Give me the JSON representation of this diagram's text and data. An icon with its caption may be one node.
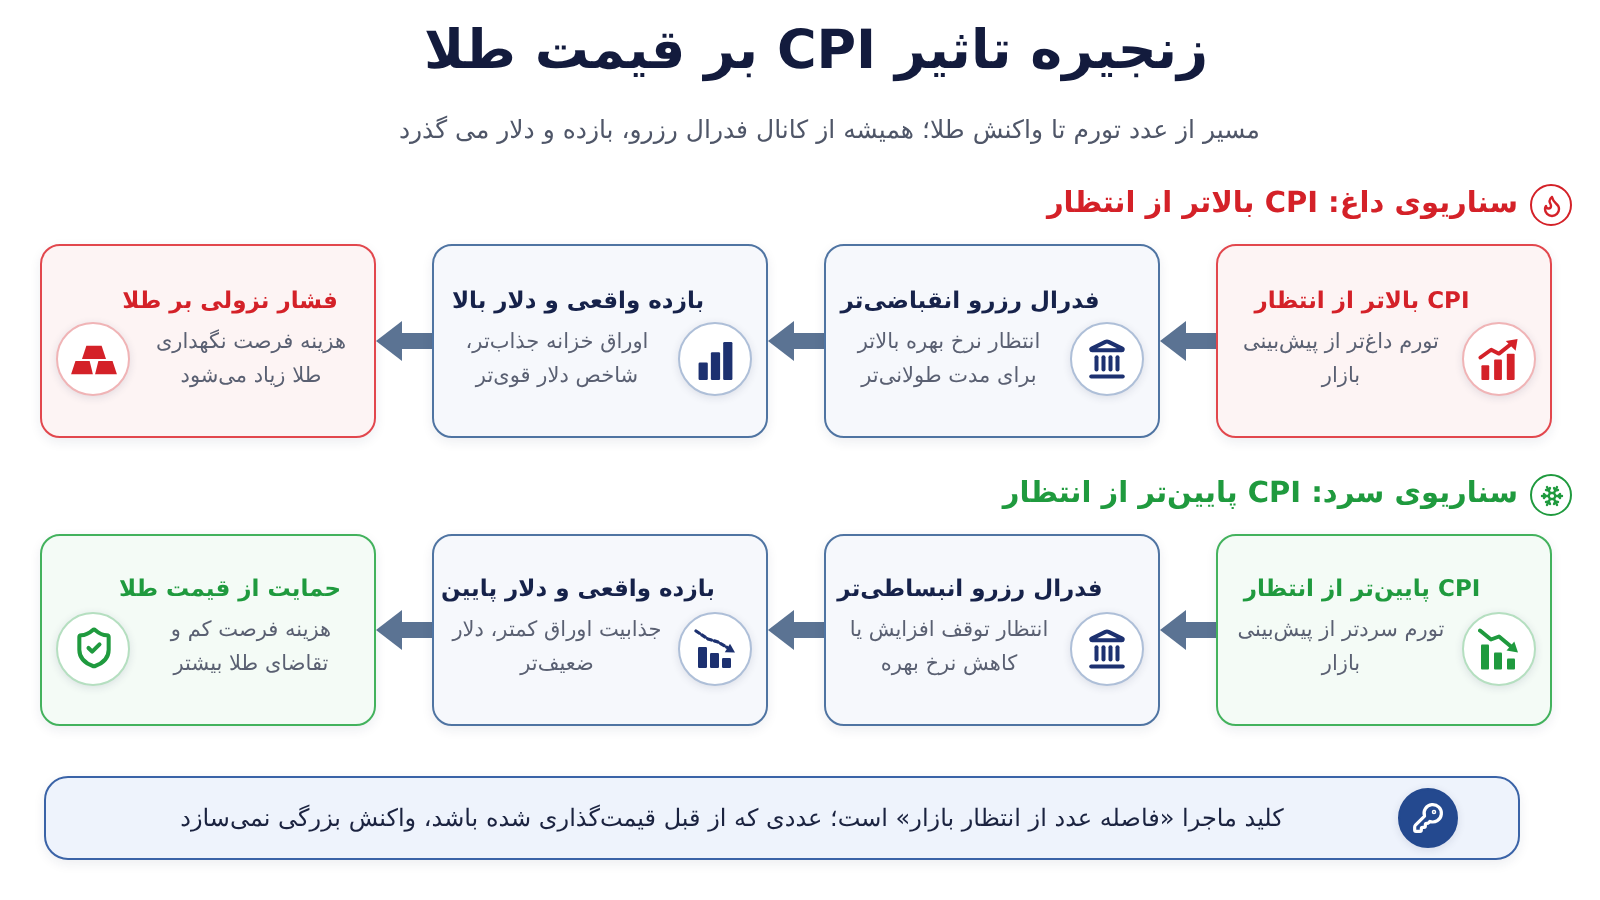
{
  "diagram": {
    "title": "زنجیره تاثیر CPI بر قیمت طلا",
    "nodes": [
      {
        "text": [
          "CPI بالاتر از انتظار",
          "تورم داغ‌تر از پیش‌بینی بازار"
        ]
      },
      {
        "text": [
          "فدرال رزرو انقباضی‌تر",
          "انتظار نرخ بهره بالاتر برای مدت طولانی‌تر"
        ]
      },
      {
        "text": [
          "بازده واقعی و دلار بالا",
          "اوراق خزانه جذاب‌تر، شاخص دلار قوی‌تر"
        ]
      },
      {
        "text": [
          "فشار نزولی بر طلا",
          "هزینه فرصت نگهداری طلا زیاد می‌شود"
        ]
      },
      {
        "text": [
          "CPI پایین‌تر از انتظار",
          "تورم سردتر از پیش‌بینی بازار"
        ]
      },
      {
        "text": [
          "فدرال رزرو انبساطی‌تر",
          "انتظار توقف افزایش یا کاهش نرخ بهره"
        ]
      },
      {
        "text": [
          "بازده واقعی و دلار پایین",
          "جذابیت اوراق کمتر، دلار ضعیف‌تر"
        ]
      },
      {
        "text": [
          "حمایت از قیمت طلا",
          "هزینه فرصت کم و تقاضای طلا بیشتر"
        ]
      },
      {
        "text": [
          "کلید ماجرا «فاصله عدد از انتظار بازار» است؛ عددی که از قبل قیمت‌گذاری شده باشد، واکنش بزرگی نمی‌سازد"
        ]
      }
    ],
    "edges": [
      {
        "from": 0,
        "to": 1,
        "arrow": "to"
      },
      {
        "from": 1,
        "to": 2,
        "arrow": "to"
      },
      {
        "from": 2,
        "to": 3,
        "arrow": "to"
      },
      {
        "from": 4,
        "to": 5,
        "arrow": "to"
      },
      {
        "from": 5,
        "to": 6,
        "arrow": "to"
      },
      {
        "from": 6,
        "to": 7,
        "arrow": "to"
      }
    ],
    "labels": [
      "مسیر از عدد تورم تا واکنش طلا؛ همیشه از کانال فدرال رزرو، بازده و دلار می گذرد",
      "سناریوی داغ: CPI بالاتر از انتظار",
      "سناریوی سرد: CPI پایین‌تر از انتظار"
    ]
  }
}
